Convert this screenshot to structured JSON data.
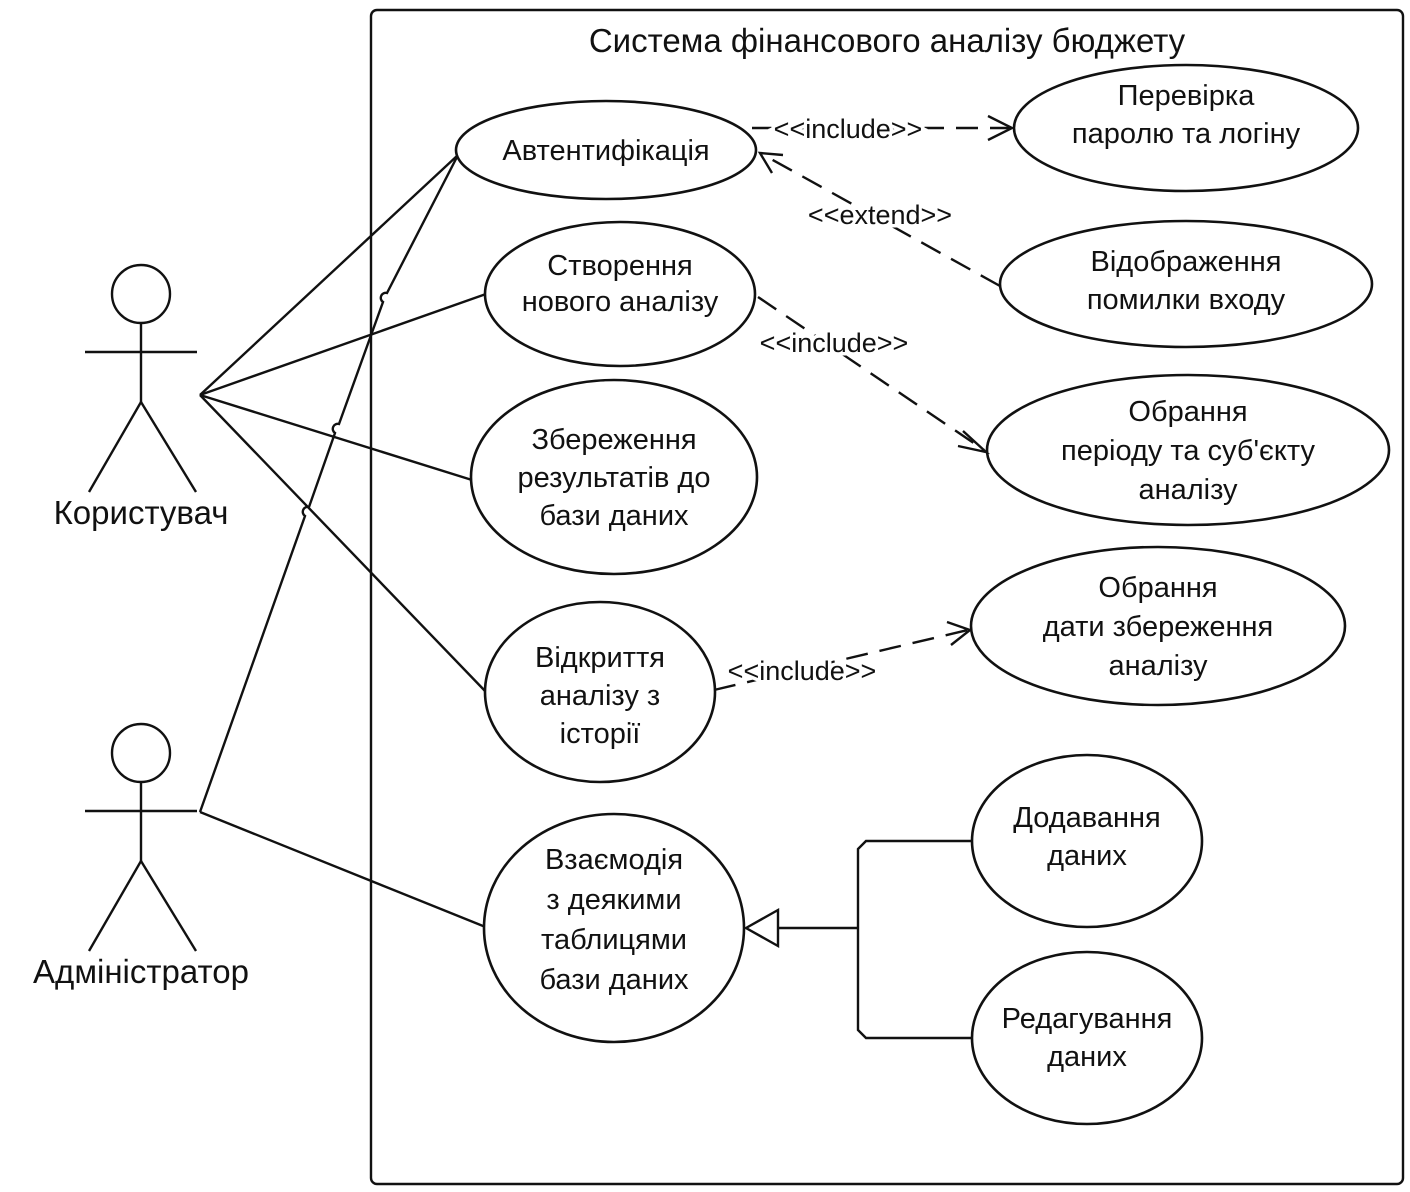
{
  "system": {
    "title": "Система фінансового аналізу бюджету"
  },
  "actors": {
    "user": {
      "label": "Користувач"
    },
    "admin": {
      "label": "Адміністратор"
    }
  },
  "use_cases": {
    "auth": [
      "Автентифікація"
    ],
    "create": [
      "Створення",
      "нового аналізу"
    ],
    "save": [
      "Збереження",
      "результатів до",
      "бази даних"
    ],
    "open": [
      "Відкриття",
      "аналізу з",
      "історії"
    ],
    "interact": [
      "Взаємодія",
      "з деякими",
      "таблицями",
      "бази даних"
    ],
    "check": [
      "Перевірка",
      "паролю та логіну"
    ],
    "error": [
      "Відображення",
      "помилки  входу"
    ],
    "period": [
      "Обрання",
      "періоду та суб'єкту",
      "аналізу"
    ],
    "date": [
      "Обрання",
      "дати збереження",
      "аналізу"
    ],
    "add": [
      "Додавання",
      "даних"
    ],
    "edit": [
      "Редагування",
      "даних"
    ]
  },
  "relations": {
    "include1": "<<include>>",
    "extend": "<<extend>>",
    "include2": "<<include>>",
    "include3": "<<include>>"
  }
}
